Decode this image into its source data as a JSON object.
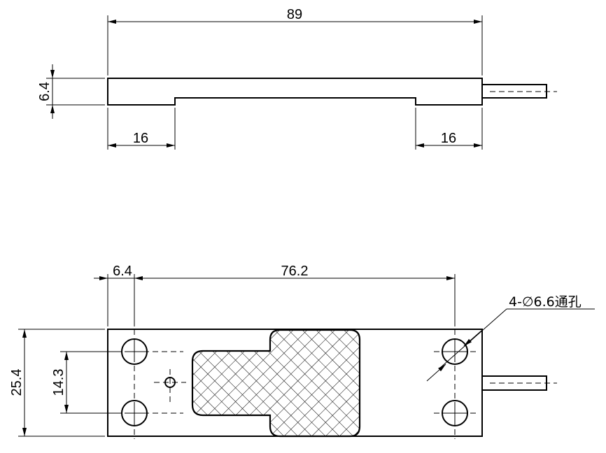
{
  "side_view": {
    "length_dim": "89",
    "thickness_dim": "6.4",
    "left_step_dim": "16",
    "right_step_dim": "16"
  },
  "top_view": {
    "edge_offset_dim": "6.4",
    "hole_spacing_dim": "76.2",
    "width_dim": "25.4",
    "hole_pitch_dim": "14.3",
    "hole_callout": "4-∅6.6通孔"
  }
}
